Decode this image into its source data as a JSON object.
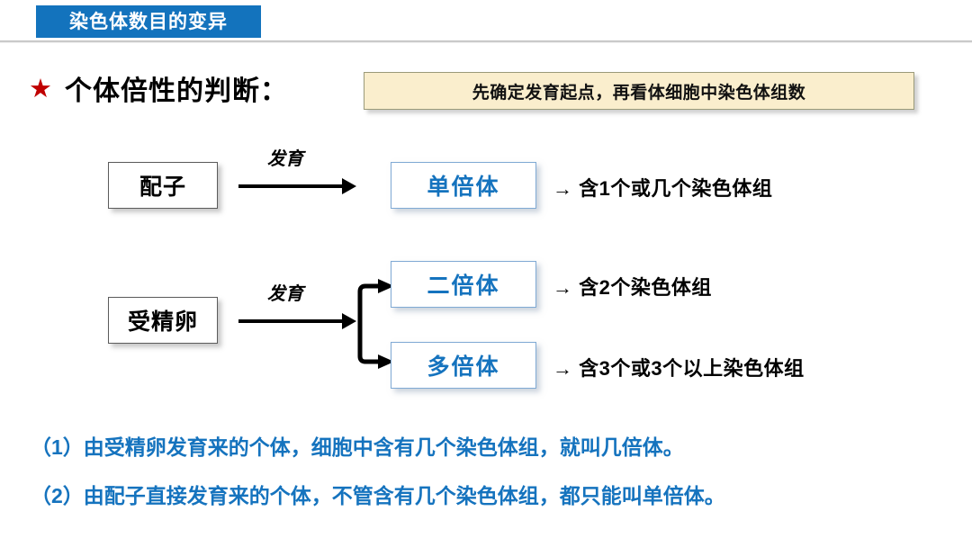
{
  "header": {
    "band_label": "染色体数目的变异"
  },
  "title": {
    "star_glyph": "★",
    "text": "个体倍性的判断：",
    "note": "先确定发育起点，再看体细胞中染色体组数"
  },
  "flow": {
    "gamete_label": "配子",
    "zygote_label": "受精卵",
    "arrow_label_1": "发育",
    "arrow_label_2": "发育",
    "results": [
      {
        "box_label": "单倍体",
        "description": "→ 含1个或几个染色体组"
      },
      {
        "box_label": "二倍体",
        "description": "→ 含2个染色体组"
      },
      {
        "box_label": "多倍体",
        "description": "→ 含3个或3个以上染色体组"
      }
    ]
  },
  "conclusions": [
    "（1）由受精卵发育来的个体，细胞中含有几个染色体组，就叫几倍体。",
    "（2）由配子直接发育来的个体，不管含有几个染色体组，都只能叫单倍体。"
  ],
  "colors": {
    "header_blue": "#1373bd",
    "accent_blue": "#1573be",
    "box_border_blue": "#7fa9d4",
    "note_bg": "#faeecd",
    "star_red": "#c00000"
  }
}
